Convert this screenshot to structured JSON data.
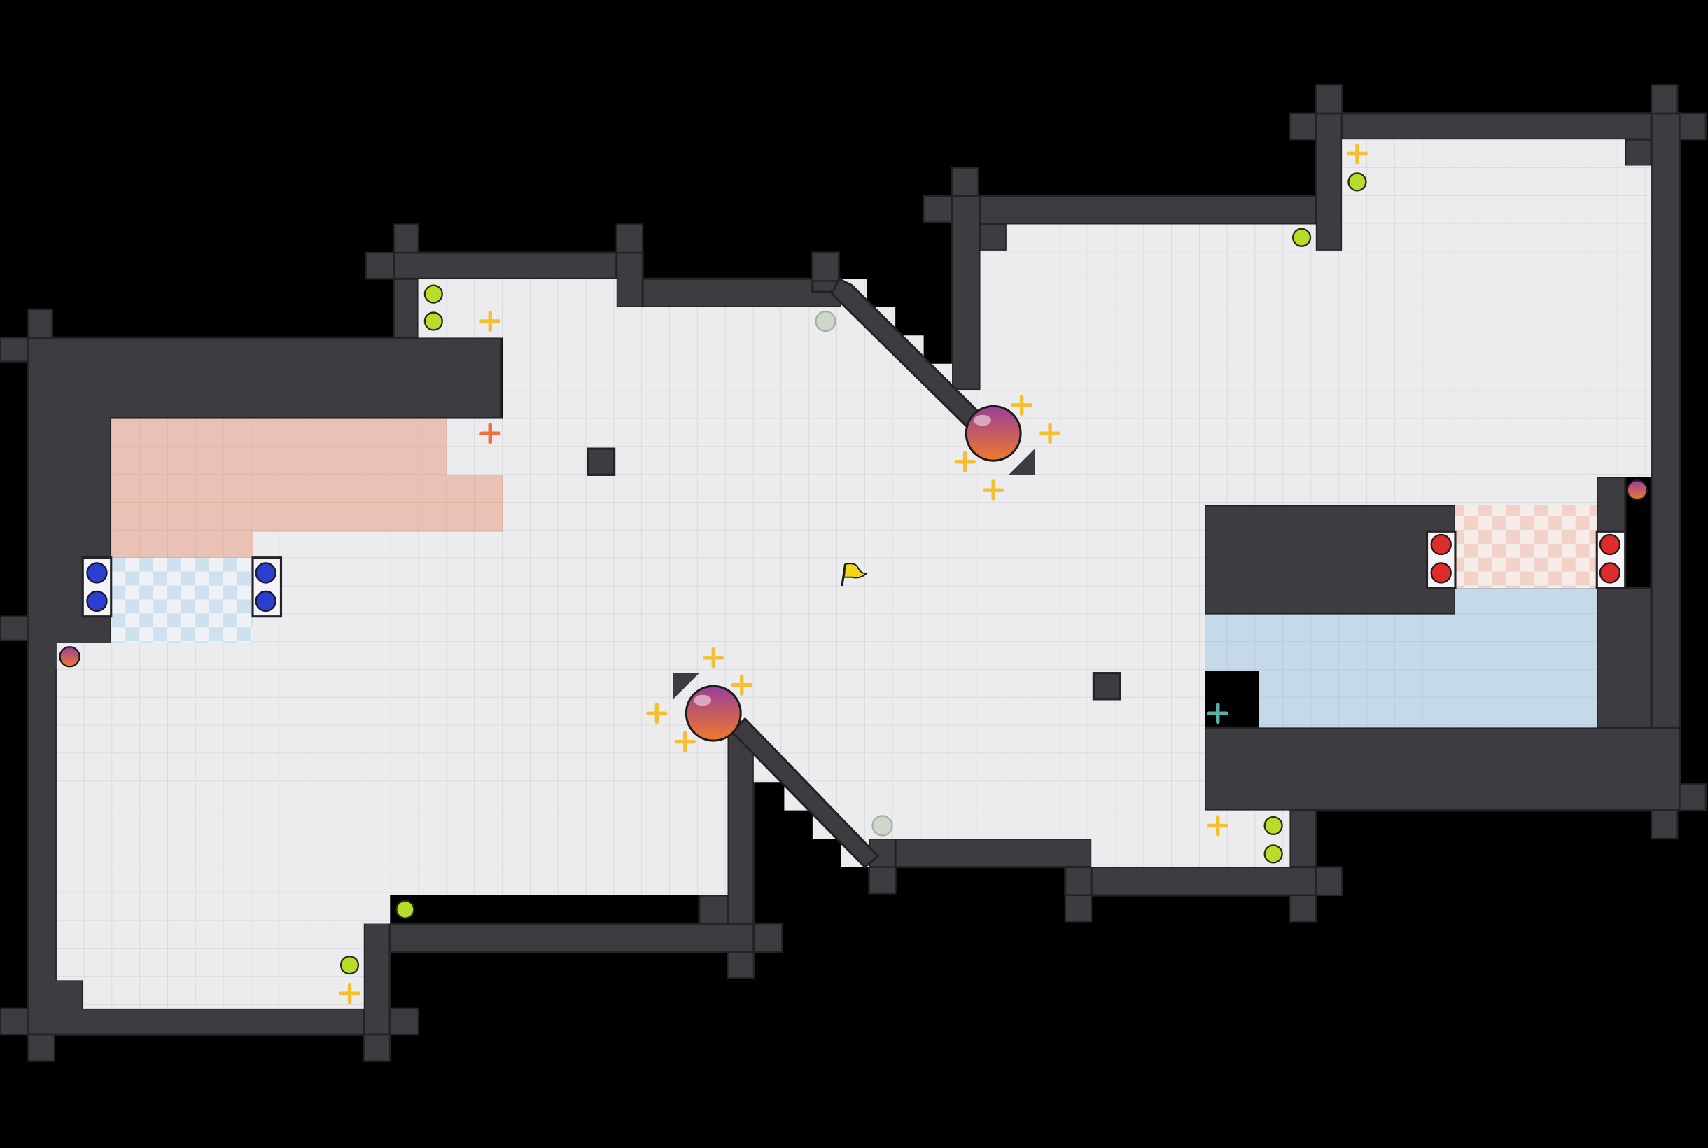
{
  "game": {
    "type": "tile-map",
    "view": "top-down"
  },
  "colors": {
    "background": "#000000",
    "wall": "#3d3d41",
    "wall_outline": "#232326",
    "floor": "#ececef",
    "floor_grid": "#d6d6da",
    "red_team_zone": "#e8c0b3",
    "blue_team_zone": "#c2d6e6",
    "red_checker": "#f4d6cd",
    "blue_checker": "#d3e4f0",
    "boost_yellow": "#f5c030",
    "boost_red": "#ee7040",
    "boost_teal": "#5ab0a8",
    "bomb_green": "#b8dc2a",
    "powerup_gray": "#cfd6cc",
    "portal_ball": "#b0468c",
    "gate_blue": "#2c3ed0",
    "gate_red": "#dc2c2c",
    "flag_yellow": "#f2d41c"
  },
  "objects": {
    "flag": "yellow-flag",
    "portals": [
      "bumper-ball",
      "bumper-ball"
    ],
    "team_zones": [
      "red-zone",
      "red-zone",
      "blue-zone",
      "blue-zone"
    ],
    "gates": [
      "blue-gate",
      "red-gate"
    ],
    "boosts": "yellow-boost",
    "bombs": "green-bomb",
    "powerups": "gray-powerup"
  }
}
